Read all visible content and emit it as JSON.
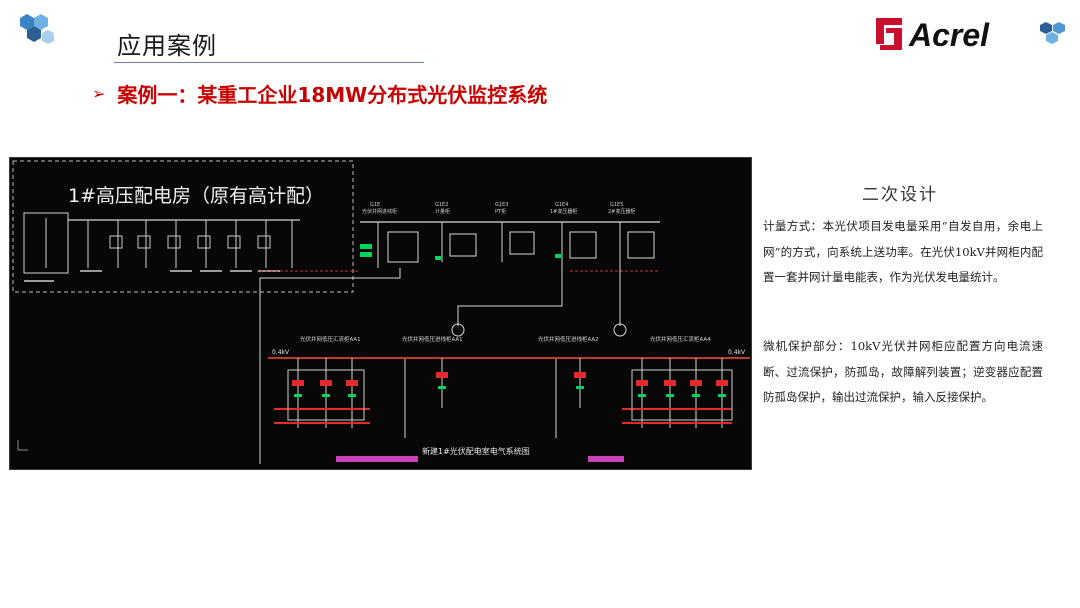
{
  "header": {
    "section_title": "应用案例",
    "logo_text": "Acrel",
    "brand_color": "#c8102e",
    "hex_colors": [
      "#3a83c4",
      "#6fb1e0",
      "#2b5f94",
      "#4f9ad6"
    ]
  },
  "case": {
    "arrow": "➢",
    "title": "案例一：某重工企业18MW分布式光伏监控系统",
    "color": "#c80000"
  },
  "diagram": {
    "old_room_title": "1#高压配电房（原有高计配）",
    "new_room_caption": "新建1#光伏配电室电气系统图",
    "top_cabinets": [
      "G1E 光伏并网进线柜",
      "G1E2 计量柜",
      "G1E3 PT柜",
      "G1E4 1#变压器柜",
      "G1E5 2#变压器柜"
    ],
    "sub_labels": [
      "光伏并网低压汇流柜AA1",
      "光伏并网低压进线柜AA1",
      "光伏并网低压进线柜AA2",
      "光伏并网低压汇流柜AA4"
    ],
    "bus_left": "0.4kV",
    "bus_right": "0.4kV",
    "bg_color": "#070707",
    "line_color": "#e8e8e8",
    "bus_color": "#c0392b",
    "accent_color": "#00d65a"
  },
  "panel": {
    "title": "二次设计",
    "metering": "计量方式：本光伏项目发电量采用“自发自用，余电上网”的方式，向系统上送功率。在光伏10kV并网柜内配置一套并网计量电能表，作为光伏发电量统计。",
    "protection": "微机保护部分：10kV光伏并网柜应配置方向电流速断、过流保护，防孤岛，故障解列装置；逆变器应配置防孤岛保护，输出过流保护，输入反接保护。"
  }
}
